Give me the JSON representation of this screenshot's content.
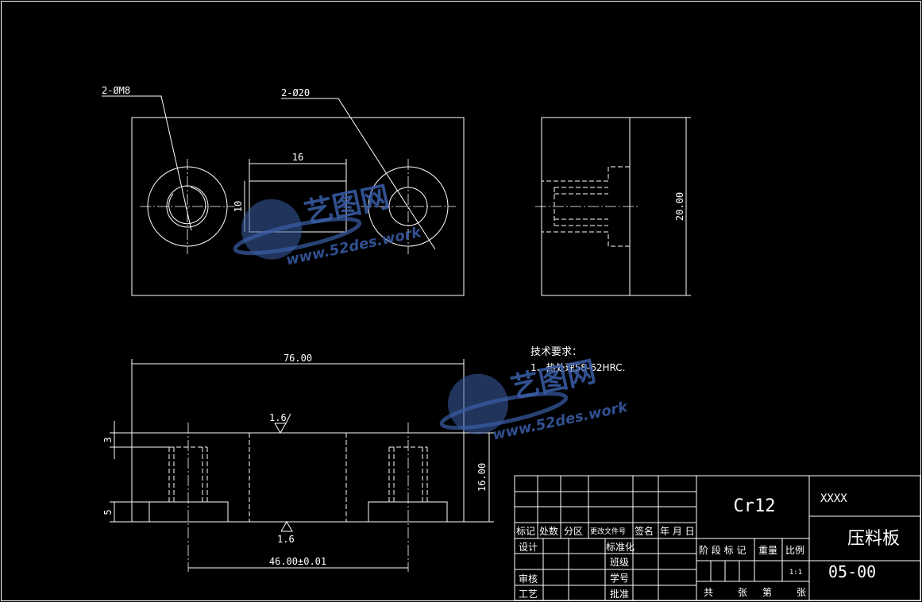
{
  "colors": {
    "background": "#000000",
    "line": "#ffffff",
    "watermark": "#3a5ea8"
  },
  "drawing": {
    "top_view": {
      "thread_callout": "2-ØM8",
      "counterbore_callout": "2-Ø20",
      "pocket_width": "16",
      "pocket_height": "10"
    },
    "side_view": {
      "height_dim": "20.00"
    },
    "front_view": {
      "length_dim": "76.00",
      "height_dim": "16.00",
      "top_step_dim": "3",
      "bottom_step_dim": "5",
      "hole_spacing_dim": "46.00±0.01",
      "roughness_top": "1.6",
      "roughness_bottom": "1.6"
    },
    "tech_requirements": {
      "heading": "技术要求：",
      "item_1": "1、热处理58-62HRC."
    }
  },
  "title_block": {
    "material": "Cr12",
    "company": "XXXX",
    "part_name": "压料板",
    "drawing_number": "05-00",
    "scale_value": "1:1",
    "revision_headers": [
      "标记",
      "处数",
      "分区",
      "更改文件号",
      "签名",
      "年 月 日"
    ],
    "roles": [
      "设计",
      "审核",
      "工艺"
    ],
    "approvals": [
      "标准化",
      "班级",
      "学号",
      "批准"
    ],
    "stage_headers": [
      "阶 段 标 记",
      "重量",
      "比例"
    ],
    "sheet_info": [
      "共",
      "张",
      "第",
      "张"
    ]
  },
  "watermark": {
    "brand": "艺图网",
    "url": "www.52des.work"
  }
}
